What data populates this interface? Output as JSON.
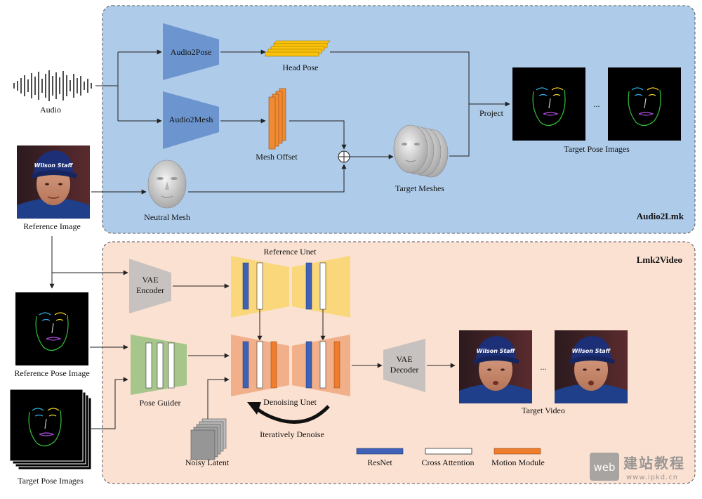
{
  "audio2lmk": {
    "title": "Audio2Lmk",
    "audio_label": "Audio",
    "audio2pose_label": "Audio2Pose",
    "audio2mesh_label": "Audio2Mesh",
    "head_pose_label": "Head Pose",
    "mesh_offset_label": "Mesh Offset",
    "neutral_mesh_label": "Neutral Mesh",
    "target_meshes_label": "Target Meshes",
    "project_label": "Project",
    "target_pose_images_label": "Target Pose Images",
    "ellipsis": "...",
    "reference_image_label": "Reference Image",
    "cap_text": "Wilson Staff"
  },
  "lmk2video": {
    "title": "Lmk2Video",
    "vae_encoder_label": "VAE Encoder",
    "vae_encoder_line1": "VAE",
    "vae_encoder_line2": "Encoder",
    "reference_unet_label": "Reference Unet",
    "reference_pose_image_label": "Reference Pose Image",
    "pose_guider_label": "Pose Guider",
    "target_pose_images_label": "Target Pose Images",
    "noisy_latent_label": "Noisy Latent",
    "denoising_unet_label": "Denoising Unet",
    "iteratively_denoise_label": "Iteratively Denoise",
    "vae_decoder_line1": "VAE",
    "vae_decoder_line2": "Decoder",
    "target_video_label": "Target Video",
    "ellipsis": "..."
  },
  "legend": {
    "items": [
      {
        "label": "ResNet",
        "color": "#3f62b8"
      },
      {
        "label": "Cross Attention",
        "color": "#ffffff"
      },
      {
        "label": "Motion Module",
        "color": "#ef7d2c"
      }
    ]
  },
  "watermark": {
    "badge": "web",
    "chinese": "建站教程",
    "url": "www.ipkd.cn"
  },
  "colors": {
    "top_panel": "#aecbe9",
    "bottom_panel": "#fbe1d2",
    "audio_block": "#6c95cf",
    "head_pose": "#fac20c",
    "mesh_offset": "#f08b33",
    "ref_unet": "#fad77a",
    "denoise_unet": "#f2b08a",
    "pose_guider": "#a6c68b",
    "vae": "#c7c2bf",
    "resnet": "#3f62b8",
    "motion": "#ef7d2c"
  }
}
